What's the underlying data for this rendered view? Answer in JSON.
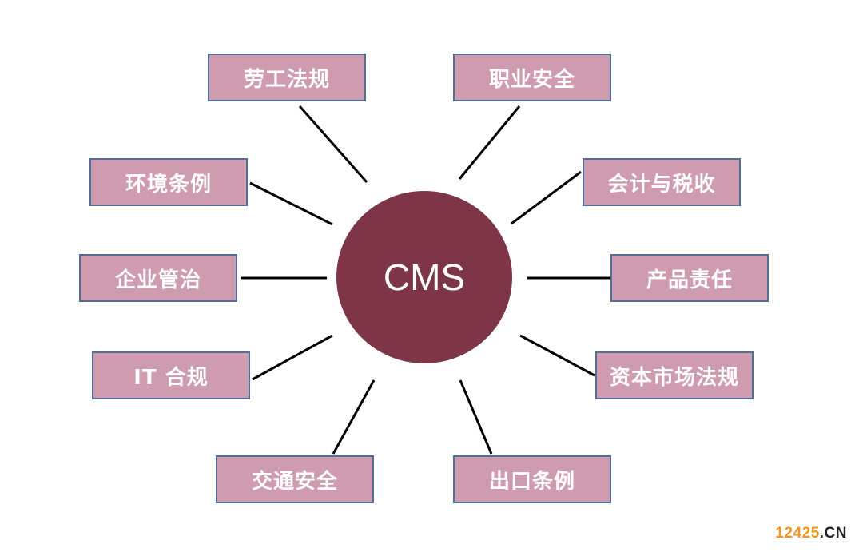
{
  "center": {
    "label": "CMS",
    "color": "#7d3547"
  },
  "nodes": [
    {
      "id": "labor-law",
      "label": "劳工法规"
    },
    {
      "id": "occupational-safety",
      "label": "职业安全"
    },
    {
      "id": "environmental-regulations",
      "label": "环境条例"
    },
    {
      "id": "accounting-tax",
      "label": "会计与税收"
    },
    {
      "id": "corporate-governance",
      "label": "企业管治"
    },
    {
      "id": "product-liability",
      "label": "产品责任"
    },
    {
      "id": "it-compliance",
      "label": "IT 合规"
    },
    {
      "id": "capital-market-law",
      "label": "资本市场法规"
    },
    {
      "id": "traffic-safety",
      "label": "交通安全"
    },
    {
      "id": "export-regulations",
      "label": "出口条例"
    }
  ],
  "colors": {
    "box_fill": "#cf9bae",
    "box_border": "#4f6f96",
    "connector": "#000000"
  },
  "watermark": {
    "number": "12425",
    "dot": ".",
    "suffix": "CN"
  }
}
